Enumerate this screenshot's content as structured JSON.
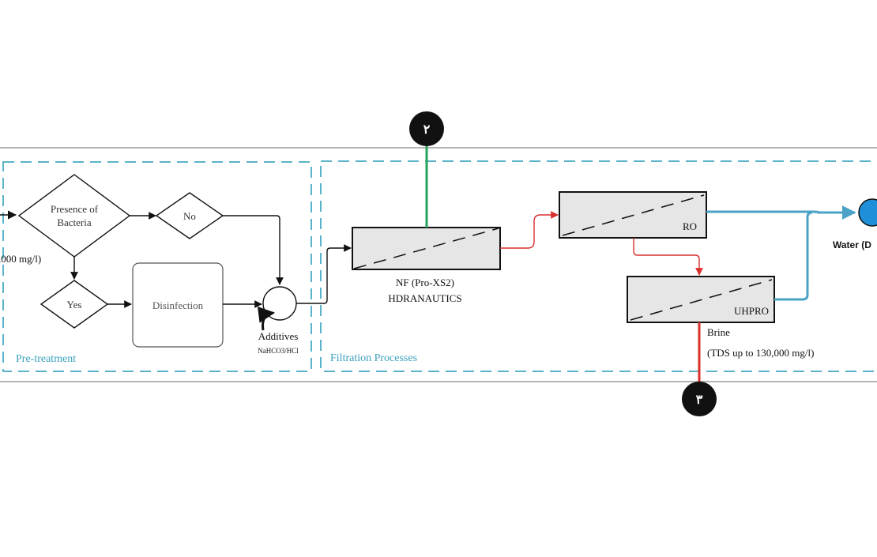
{
  "diagram": {
    "inlet_label": ",000 mg/l)",
    "pretreatment": {
      "section_label": "Pre-treatment",
      "decision": "Presence of Bacteria",
      "decision_line1": "Presence of",
      "decision_line2": "Bacteria",
      "no_label": "No",
      "yes_label": "Yes",
      "disinfection_label": "Disinfection",
      "additives_label": "Additives",
      "additives_chem": "NaHCO3/HCl"
    },
    "filtration": {
      "section_label": "Filtration Processes",
      "nf_line1": "NF (Pro-XS2)",
      "nf_line2": "HDRANAUTICS",
      "ro_label": "RO",
      "uhpro_label": "UHPRO",
      "brine_label": "Brine",
      "brine_tds": "(TDS up to 130,000 mg/l)",
      "water_label": "Water (D"
    },
    "markers": {
      "top": "٢",
      "bottom": "٣"
    },
    "colors": {
      "dashed_border": "#5bb3c9",
      "section_label": "#3aa1bf",
      "product_line": "#4aa3c6",
      "concentrate_line": "#d9302c",
      "nf_connector": "#27a35b",
      "membrane_fill": "#e6e6e6",
      "marker_fill": "#111111",
      "water_node": "#1e8fd8"
    }
  }
}
